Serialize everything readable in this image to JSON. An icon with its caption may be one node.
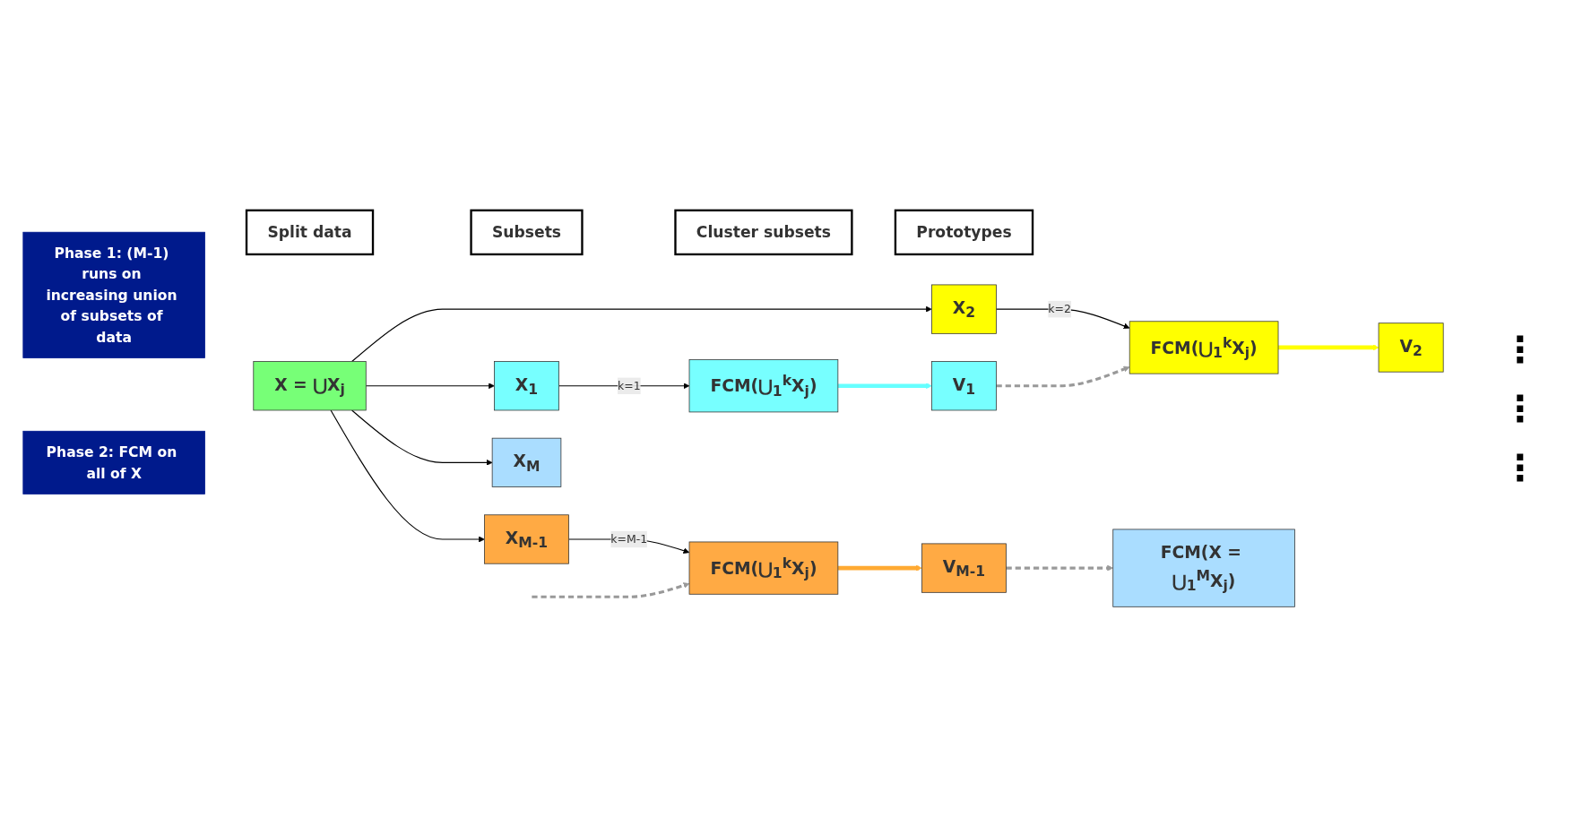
{
  "diagram": {
    "nodes": [
      {
        "text": [
          "Split data"
        ]
      },
      {
        "text": [
          "Subsets"
        ]
      },
      {
        "text": [
          "Cluster subsets"
        ]
      },
      {
        "text": [
          "Prototypes"
        ]
      },
      {
        "text": [
          "Phase 1: (M-1) runs on increasing union of subsets of data"
        ]
      },
      {
        "text": [
          "X = ⋃X$_{j}$"
        ]
      },
      {
        "text": [
          "X$_{1}$"
        ]
      },
      {
        "text": [
          "FCM(⋃$_{1}$$^{k}$X$_{j}$)"
        ]
      },
      {
        "text": [
          "V$_{1}$"
        ]
      },
      {
        "text": [
          "X$_{2}$"
        ]
      },
      {
        "text": [
          "FCM(⋃$_{1}$$^{k}$X$_{j}$)"
        ]
      },
      {
        "text": [
          "V$_{2}$"
        ]
      },
      {
        "text": [
          "X$_{M-1}$"
        ]
      },
      {
        "text": [
          "FCM(⋃$_{1}$$^{k}$X$_{j}$)"
        ]
      },
      {
        "text": [
          "V$_{M-1}$"
        ]
      },
      {
        "text": [
          "Phase 2: FCM on all of X"
        ]
      },
      {
        "text": [
          "X$_{M}$"
        ]
      },
      {
        "text": [
          "FCM(X = ⋃$_{1}$$^{M}$X$_{j}$)"
        ]
      }
    ],
    "edges": [
      {
        "from": 5,
        "to": 6,
        "arrow": "to"
      },
      {
        "from": 5,
        "to": 9,
        "arrow": "to"
      },
      {
        "from": 5,
        "to": 12,
        "arrow": "to"
      },
      {
        "from": 5,
        "to": 16,
        "arrow": "to"
      },
      {
        "from": 6,
        "to": 7,
        "label": "k=1",
        "arrow": "to"
      },
      {
        "from": 9,
        "to": 10,
        "label": "k=2",
        "arrow": "to"
      },
      {
        "from": 12,
        "to": 13,
        "label": "k=M-1",
        "arrow": "to"
      },
      {
        "from": 7,
        "to": 8,
        "arrow": "to",
        "style": "thick",
        "color": "#66ffff"
      },
      {
        "from": 10,
        "to": 11,
        "arrow": "to",
        "style": "thick",
        "color": "#ffff00"
      },
      {
        "from": 13,
        "to": 14,
        "arrow": "to",
        "style": "thick",
        "color": "#ffaa33"
      },
      {
        "from": 8,
        "to": 10,
        "arrow": "to",
        "style": "dashed",
        "color": "#999999"
      },
      {
        "from": null,
        "to": 13,
        "arrow": "to",
        "style": "dashed",
        "color": "#999999"
      },
      {
        "from": 14,
        "to": 17,
        "arrow": "to",
        "style": "dashed",
        "color": "#999999"
      }
    ],
    "labels": [
      "⋮",
      "⋮",
      "⋮"
    ]
  }
}
